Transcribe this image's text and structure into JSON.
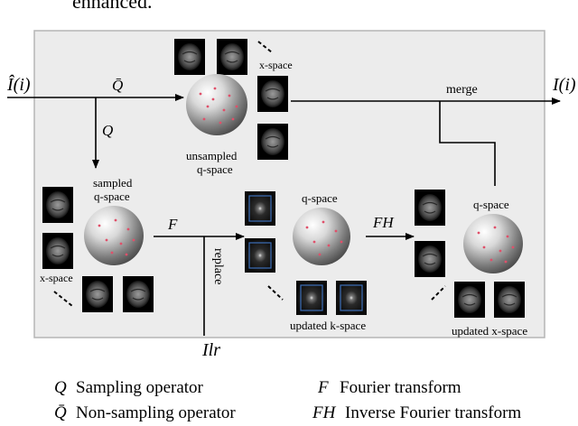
{
  "top_text": "enhanced.",
  "inputs": {
    "input_label": "Î(i)",
    "output_label": "I(i)",
    "lr_label": "Ilr"
  },
  "labels": {
    "qbar": "Q̄",
    "q": "Q",
    "f": "F",
    "fh": "FH",
    "merge": "merge",
    "replace": "replace",
    "xspace_top": "x-space",
    "unsampled_qspace_1": "unsampled",
    "unsampled_qspace_2": "q-space",
    "sampled_qspace_1": "sampled",
    "sampled_qspace_2": "q-space",
    "xspace_left": "x-space",
    "qspace_mid": "q-space",
    "updated_kspace": "updated k-space",
    "qspace_right": "q-space",
    "updated_xspace": "updated x-space"
  },
  "legend": [
    {
      "symbol": "Q",
      "text": "Sampling operator"
    },
    {
      "symbol": "Q̄",
      "text": "Non-sampling operator"
    },
    {
      "symbol": "F",
      "text": "Fourier transform"
    },
    {
      "symbol": "FH",
      "text": "Inverse Fourier transform"
    }
  ],
  "colors": {
    "panel_bg": "#ececec",
    "panel_border": "#b5b5b5",
    "dot": "#e0506a",
    "kspace_frame": "#3d6fb8"
  }
}
